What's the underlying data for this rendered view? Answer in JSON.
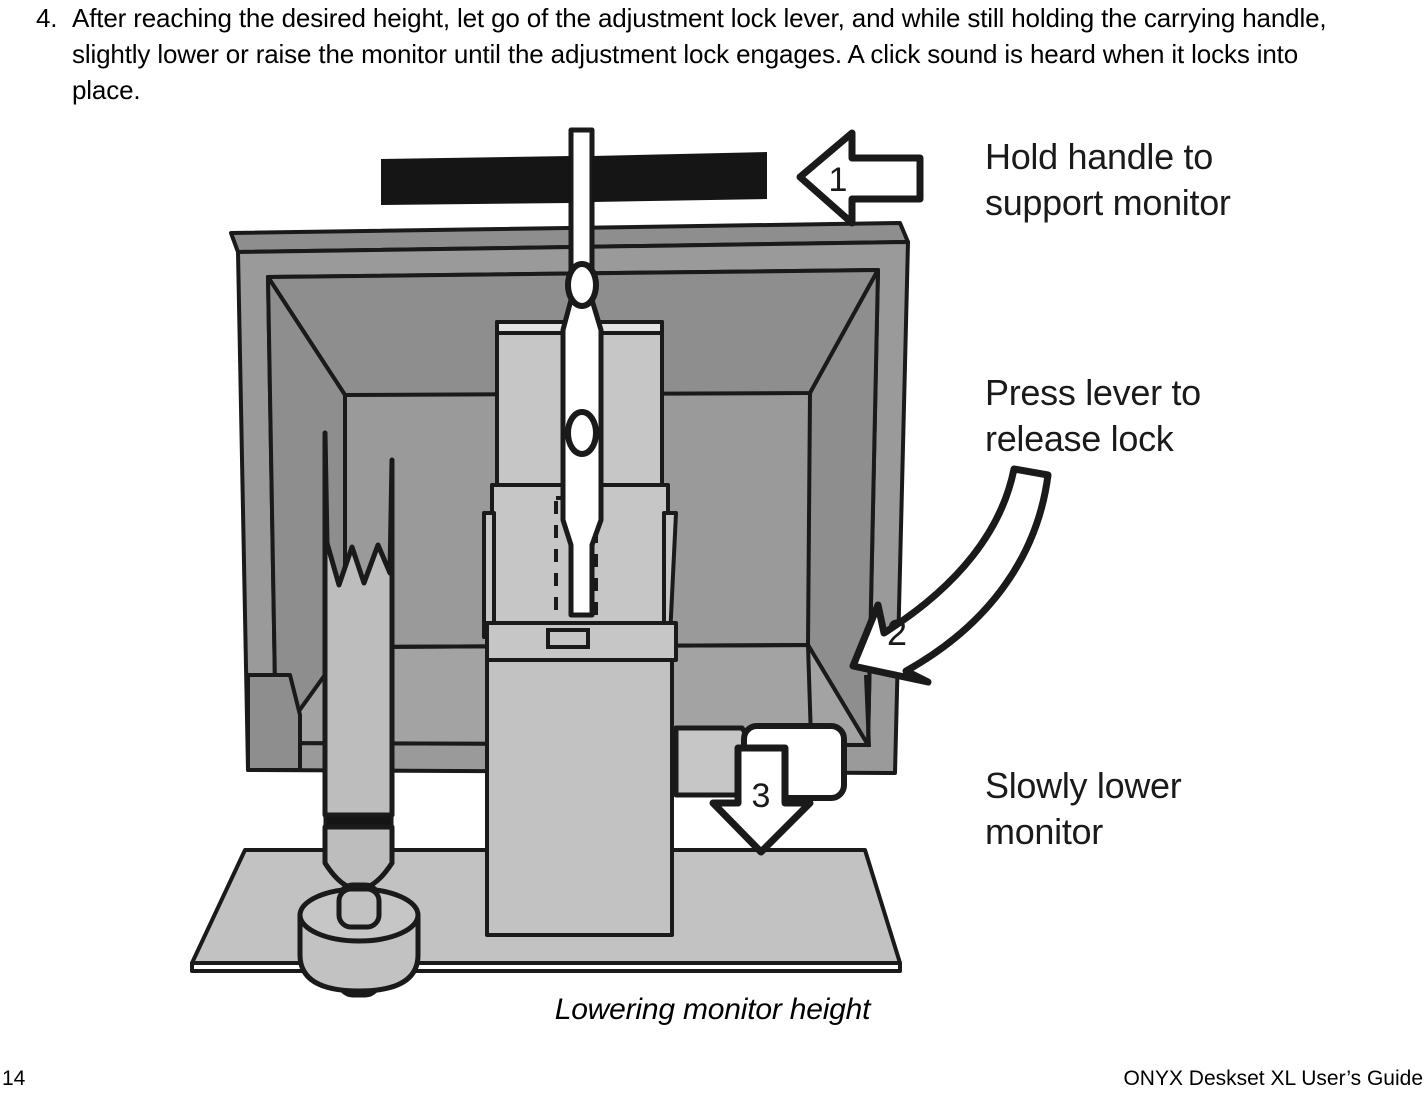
{
  "step": {
    "number": "4.",
    "text": "After reaching the desired height, let go of the adjustment lock lever, and while still holding the carrying handle, slightly lower or raise the monitor until the adjustment lock engages. A click sound is heard when it locks into place."
  },
  "figure": {
    "caption": "Lowering monitor height",
    "callouts": [
      {
        "number": "1",
        "label": "Hold handle to\nsupport monitor",
        "arrow": "left-block-arrow"
      },
      {
        "number": "2",
        "label": "Press lever to\nrelease lock",
        "arrow": "curved-left-arrow"
      },
      {
        "number": "3",
        "label": "Slowly lower\nmonitor",
        "arrow": "down-block-arrow"
      }
    ],
    "parts": {
      "carry_handle_bar": "carry-handle-bar",
      "handle_shaft": "handle-shaft",
      "monitor_back": "monitor-back-panel",
      "stand_column": "stand-column",
      "release_lever": "release-lever-button",
      "base_plate": "base-plate",
      "secondary_pole": "secondary-pole",
      "pole_foot": "pole-foot-puck"
    },
    "colors": {
      "outline": "#1a1a1a",
      "bezel_gray": "#9a9a9a",
      "panel_gray": "#a3a3a3",
      "panel_dark": "#8e8e8e",
      "column_light": "#c6c6c6",
      "column_mid": "#bdbdbd",
      "base_gray": "#c2c2c2",
      "handle_black": "#151515",
      "white": "#ffffff"
    }
  },
  "footer": {
    "page_number": "14",
    "guide_title": "ONYX Deskset XL User’s Guide"
  }
}
